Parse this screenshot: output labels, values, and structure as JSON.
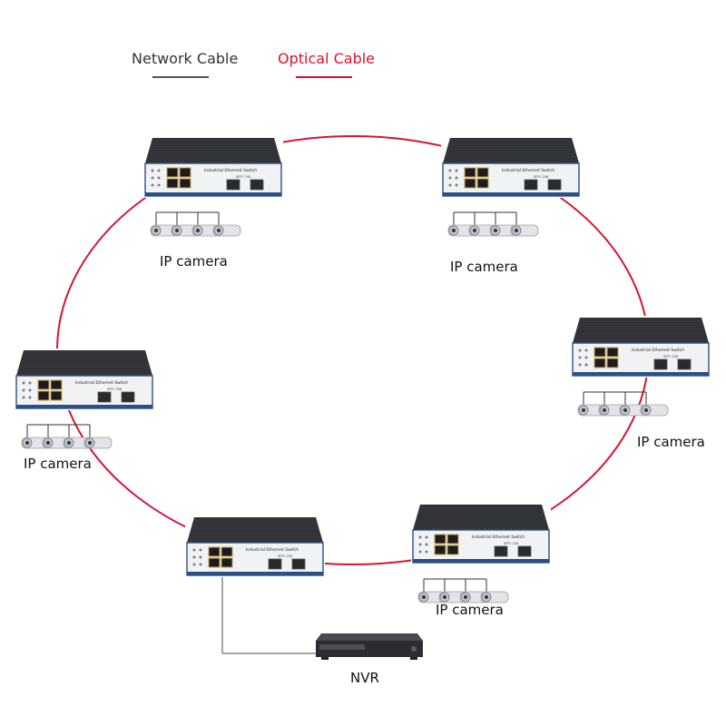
{
  "legend": {
    "network_label": "Network Cable",
    "optical_label": "Optical Cable",
    "network_color": "#333333",
    "optical_color": "#e0102a"
  },
  "colors": {
    "ring": "#d5152f",
    "network_wire": "#888888",
    "switch_top": "#2e2f33",
    "switch_front": "#f1f2f4",
    "switch_trim": "#2b4f86",
    "camera_body": "#e2e4e7"
  },
  "switch_panel": {
    "title": "Industrial Ethernet Switch",
    "sub": "SFP1 2S6"
  },
  "switches": [
    {
      "id": "top-left",
      "cameras": 4,
      "camera_label": "IP camera"
    },
    {
      "id": "top-right",
      "cameras": 4,
      "camera_label": "IP camera"
    },
    {
      "id": "right",
      "cameras": 4,
      "camera_label": "IP camera"
    },
    {
      "id": "bottom-right",
      "cameras": 4,
      "camera_label": "IP camera"
    },
    {
      "id": "bottom-left",
      "cameras": 0,
      "camera_label": ""
    },
    {
      "id": "left",
      "cameras": 4,
      "camera_label": "IP camera"
    }
  ],
  "nvr": {
    "label": "NVR"
  }
}
